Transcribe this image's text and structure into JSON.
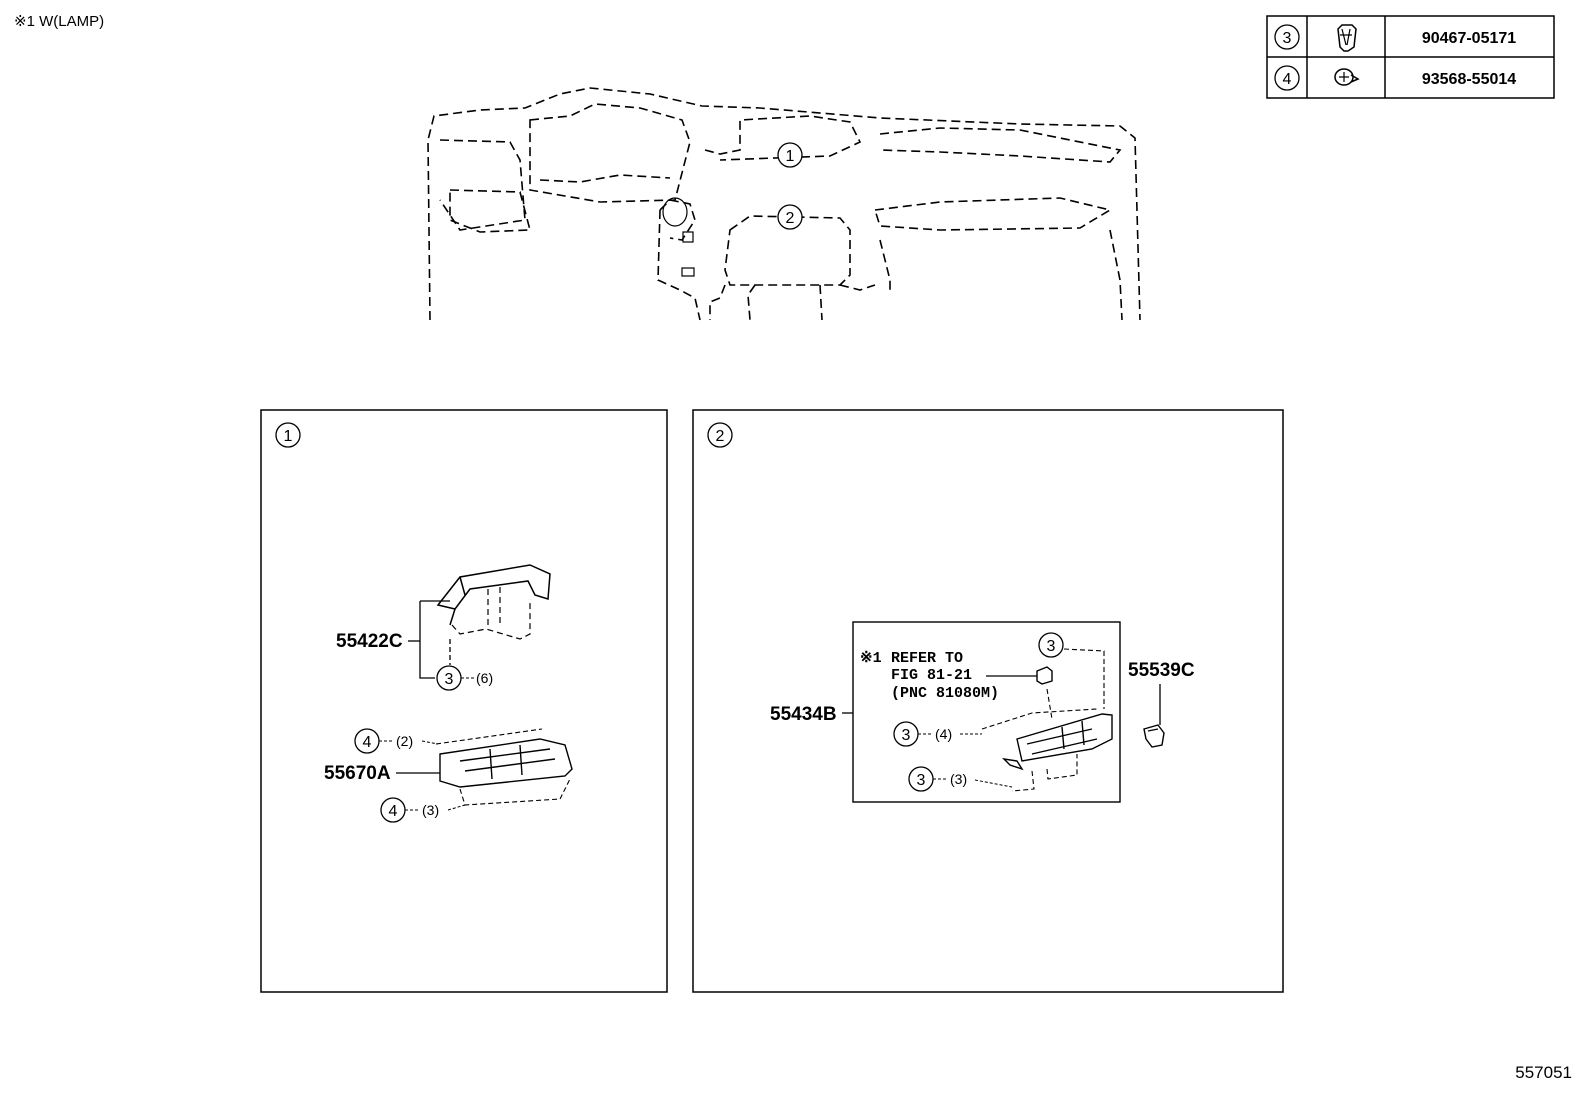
{
  "header_note": "※1 W(LAMP)",
  "figure_number": "557051",
  "fastener_table": [
    {
      "ref": "3",
      "part_number": "90467-05171",
      "icon": "clip-icon"
    },
    {
      "ref": "4",
      "part_number": "93568-55014",
      "icon": "screw-icon"
    }
  ],
  "overview": {
    "callout_1": "1",
    "callout_2": "2"
  },
  "panel_1": {
    "badge": "1",
    "parts": [
      {
        "label": "55422C"
      },
      {
        "label": "55670A"
      }
    ],
    "fasteners": [
      {
        "ref": "3",
        "qty": "(6)"
      },
      {
        "ref": "4",
        "qty": "(2)"
      },
      {
        "ref": "4",
        "qty": "(3)"
      }
    ]
  },
  "panel_2": {
    "badge": "2",
    "parts": [
      {
        "label": "55434B"
      },
      {
        "label": "55539C"
      }
    ],
    "note": {
      "mark": "※1",
      "line1": "REFER TO",
      "line2": "FIG 81-21",
      "line3": "(PNC 81080M)"
    },
    "fasteners": [
      {
        "ref": "3",
        "qty": ""
      },
      {
        "ref": "3",
        "qty": "(4)"
      },
      {
        "ref": "3",
        "qty": "(3)"
      }
    ]
  }
}
